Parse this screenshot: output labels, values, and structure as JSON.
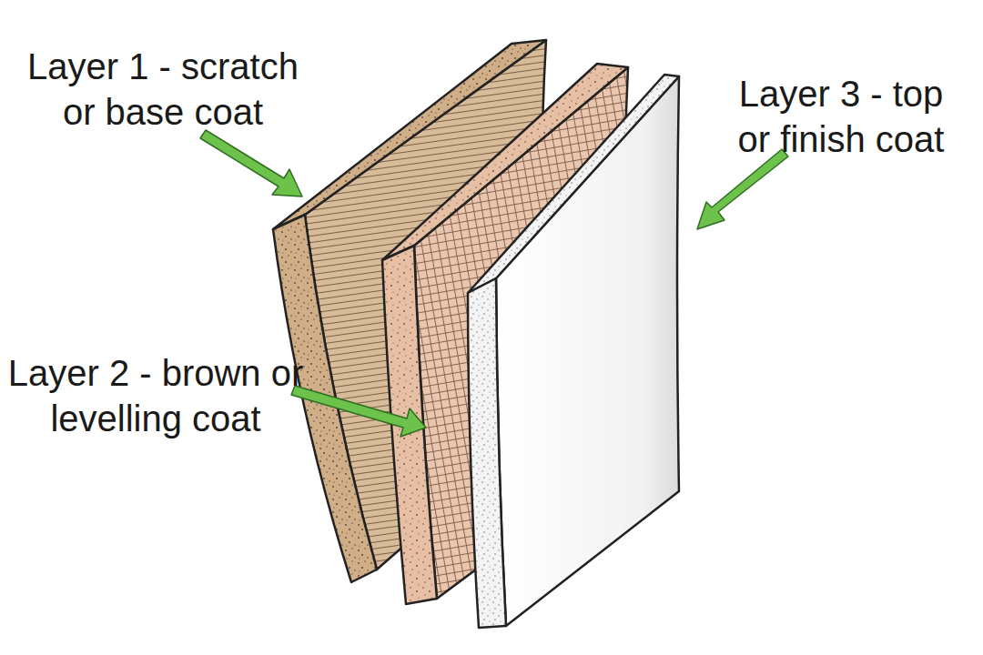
{
  "diagram": {
    "labels": [
      "Layer 1 - scratch or base coat",
      "Layer 2 - brown or levelling coat",
      "Layer 3 - top or finish coat"
    ]
  }
}
